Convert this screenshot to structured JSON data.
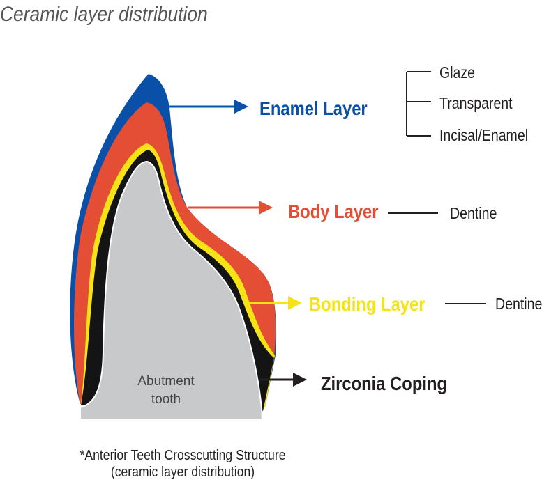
{
  "title": "Ceramic layer distribution",
  "colors": {
    "enamel": "#0a4fa8",
    "body": "#e34e35",
    "bonding": "#f5e316",
    "coping": "#141414",
    "abutment": "#c8c9cb",
    "text": "#231f20"
  },
  "layers": {
    "enamel": {
      "label": "Enamel Layer",
      "sublayers": [
        "Glaze",
        "Transparent",
        "Incisal/Enamel"
      ]
    },
    "body": {
      "label": "Body Layer",
      "material": "Dentine"
    },
    "bonding": {
      "label": "Bonding Layer",
      "material": "Dentine"
    },
    "coping": {
      "label": "Zirconia Coping"
    }
  },
  "abutment": {
    "line1": "Abutment",
    "line2": "tooth"
  },
  "footnote": {
    "line1": "*Anterior Teeth Crosscutting Structure",
    "line2": "(ceramic layer distribution)"
  }
}
